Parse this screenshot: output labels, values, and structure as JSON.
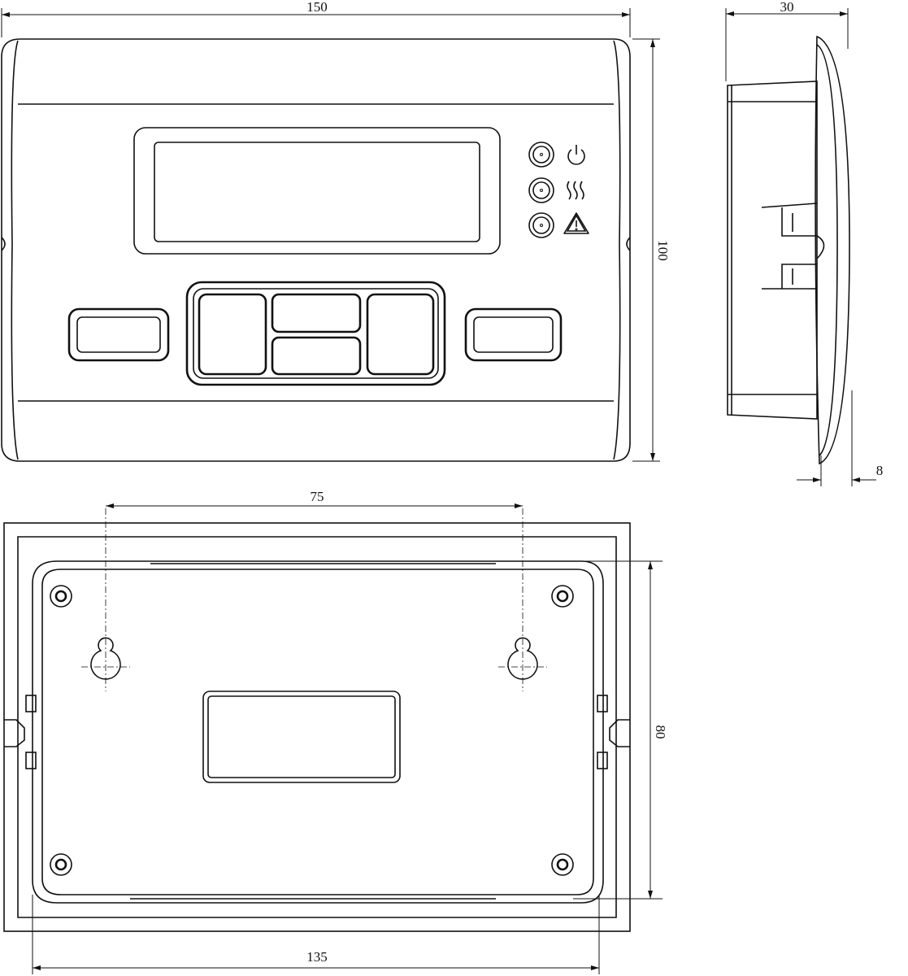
{
  "title": "Controller housing dimensional drawing",
  "front_view": {
    "width_label": "150",
    "height_label": "100",
    "indicators": [
      {
        "icon": "power-icon"
      },
      {
        "icon": "heat-icon"
      },
      {
        "icon": "alarm-warning-icon"
      }
    ]
  },
  "side_view": {
    "depth_label": "30",
    "flange_label": "8"
  },
  "back_view": {
    "hole_spacing_label": "75",
    "height_label": "80",
    "width_label": "135"
  }
}
